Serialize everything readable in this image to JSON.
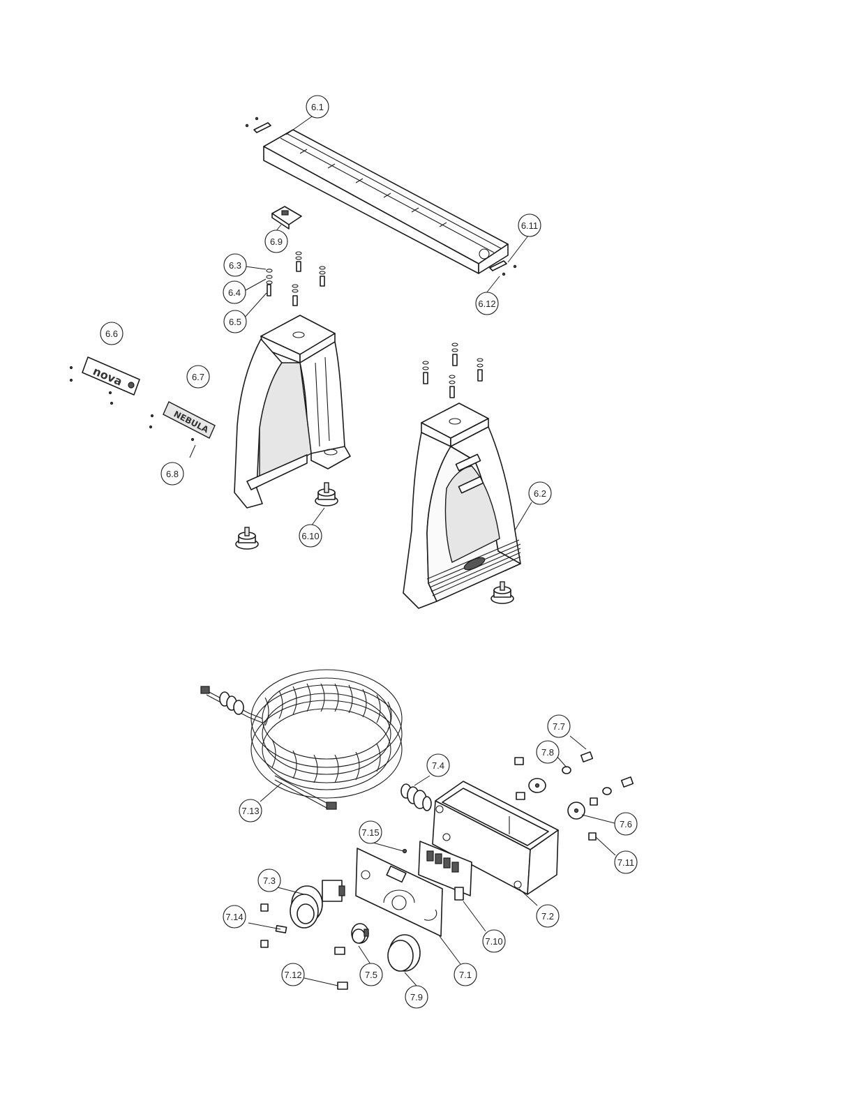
{
  "callouts": [
    {
      "id": "6.1",
      "label": "6.1"
    },
    {
      "id": "6.2",
      "label": "6.2"
    },
    {
      "id": "6.3",
      "label": "6.3"
    },
    {
      "id": "6.4",
      "label": "6.4"
    },
    {
      "id": "6.5",
      "label": "6.5"
    },
    {
      "id": "6.6",
      "label": "6.6"
    },
    {
      "id": "6.7",
      "label": "6.7"
    },
    {
      "id": "6.8",
      "label": "6.8"
    },
    {
      "id": "6.9",
      "label": "6.9"
    },
    {
      "id": "6.10",
      "label": "6.10"
    },
    {
      "id": "6.11",
      "label": "6.11"
    },
    {
      "id": "6.12",
      "label": "6.12"
    },
    {
      "id": "7.1",
      "label": "7.1"
    },
    {
      "id": "7.2",
      "label": "7.2"
    },
    {
      "id": "7.3",
      "label": "7.3"
    },
    {
      "id": "7.4",
      "label": "7.4"
    },
    {
      "id": "7.5",
      "label": "7.5"
    },
    {
      "id": "7.6",
      "label": "7.6"
    },
    {
      "id": "7.7",
      "label": "7.7"
    },
    {
      "id": "7.8",
      "label": "7.8"
    },
    {
      "id": "7.9",
      "label": "7.9"
    },
    {
      "id": "7.10",
      "label": "7.10"
    },
    {
      "id": "7.11",
      "label": "7.11"
    },
    {
      "id": "7.12",
      "label": "7.12"
    },
    {
      "id": "7.13",
      "label": "7.13"
    },
    {
      "id": "7.14",
      "label": "7.14"
    },
    {
      "id": "7.15",
      "label": "7.15"
    }
  ],
  "badges": {
    "nova": "nova",
    "nebula": "NEBULA"
  }
}
